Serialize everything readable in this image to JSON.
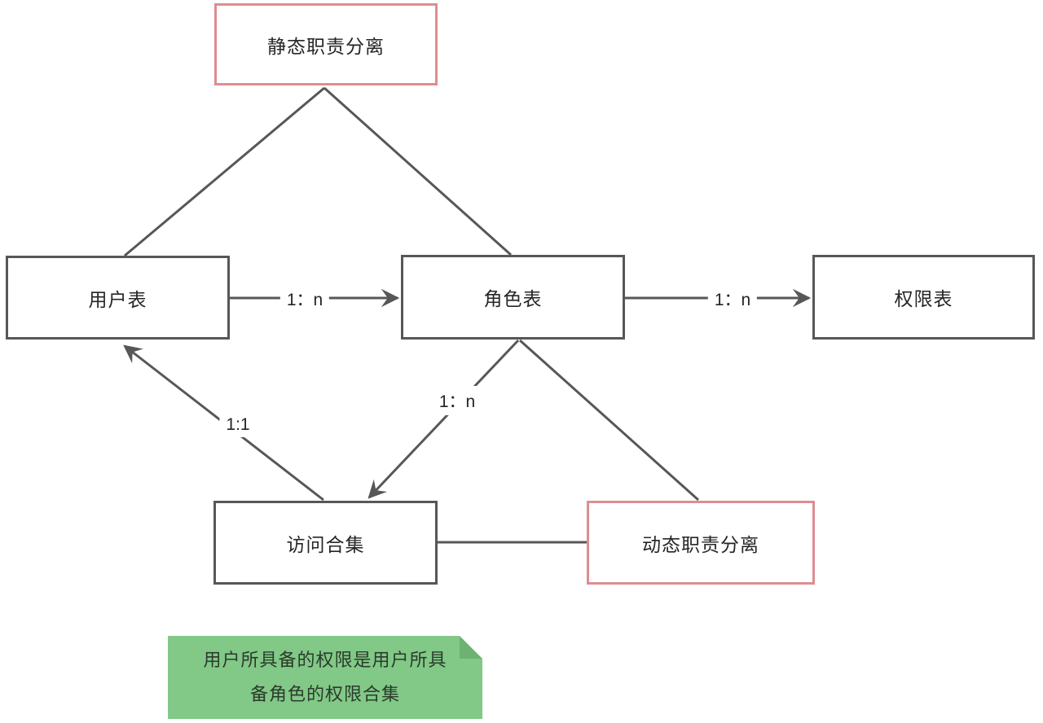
{
  "diagram_type": "rbac-entity-relationship",
  "nodes": {
    "static_sod": {
      "label": "静态职责分离"
    },
    "user_table": {
      "label": "用户表"
    },
    "role_table": {
      "label": "角色表"
    },
    "perm_table": {
      "label": "权限表"
    },
    "access_set": {
      "label": "访问合集"
    },
    "dynamic_sod": {
      "label": "动态职责分离"
    }
  },
  "edges": {
    "user_to_role": {
      "from": "用户表",
      "to": "角色表",
      "label": "1：n",
      "arrow": true
    },
    "role_to_perm": {
      "from": "角色表",
      "to": "权限表",
      "label": "1：n",
      "arrow": true
    },
    "role_to_access": {
      "from": "角色表",
      "to": "访问合集",
      "label": "1：n",
      "arrow": true
    },
    "access_to_user": {
      "from": "访问合集",
      "to": "用户表",
      "label": "1:1",
      "arrow": true
    },
    "static_sod_to_user": {
      "from": "静态职责分离",
      "to": "用户表",
      "label": "",
      "arrow": false
    },
    "static_sod_to_role": {
      "from": "静态职责分离",
      "to": "角色表",
      "label": "",
      "arrow": false
    },
    "role_to_dynamic_sod": {
      "from": "角色表",
      "to": "动态职责分离",
      "label": "",
      "arrow": false
    },
    "access_to_dynamic_sod": {
      "from": "访问合集",
      "to": "动态职责分离",
      "label": "",
      "arrow": false
    }
  },
  "note": {
    "lines": [
      "用户所具备的权限是用户所具",
      "备角色的权限合集"
    ]
  },
  "colors": {
    "line": "#575757",
    "box_border": "#575757",
    "sod_border": "#de8d91",
    "note_bg": "#82c887",
    "note_fold": "#6db173",
    "text": "#262626",
    "note_text": "#2a3b2b",
    "background": "#ffffff"
  }
}
